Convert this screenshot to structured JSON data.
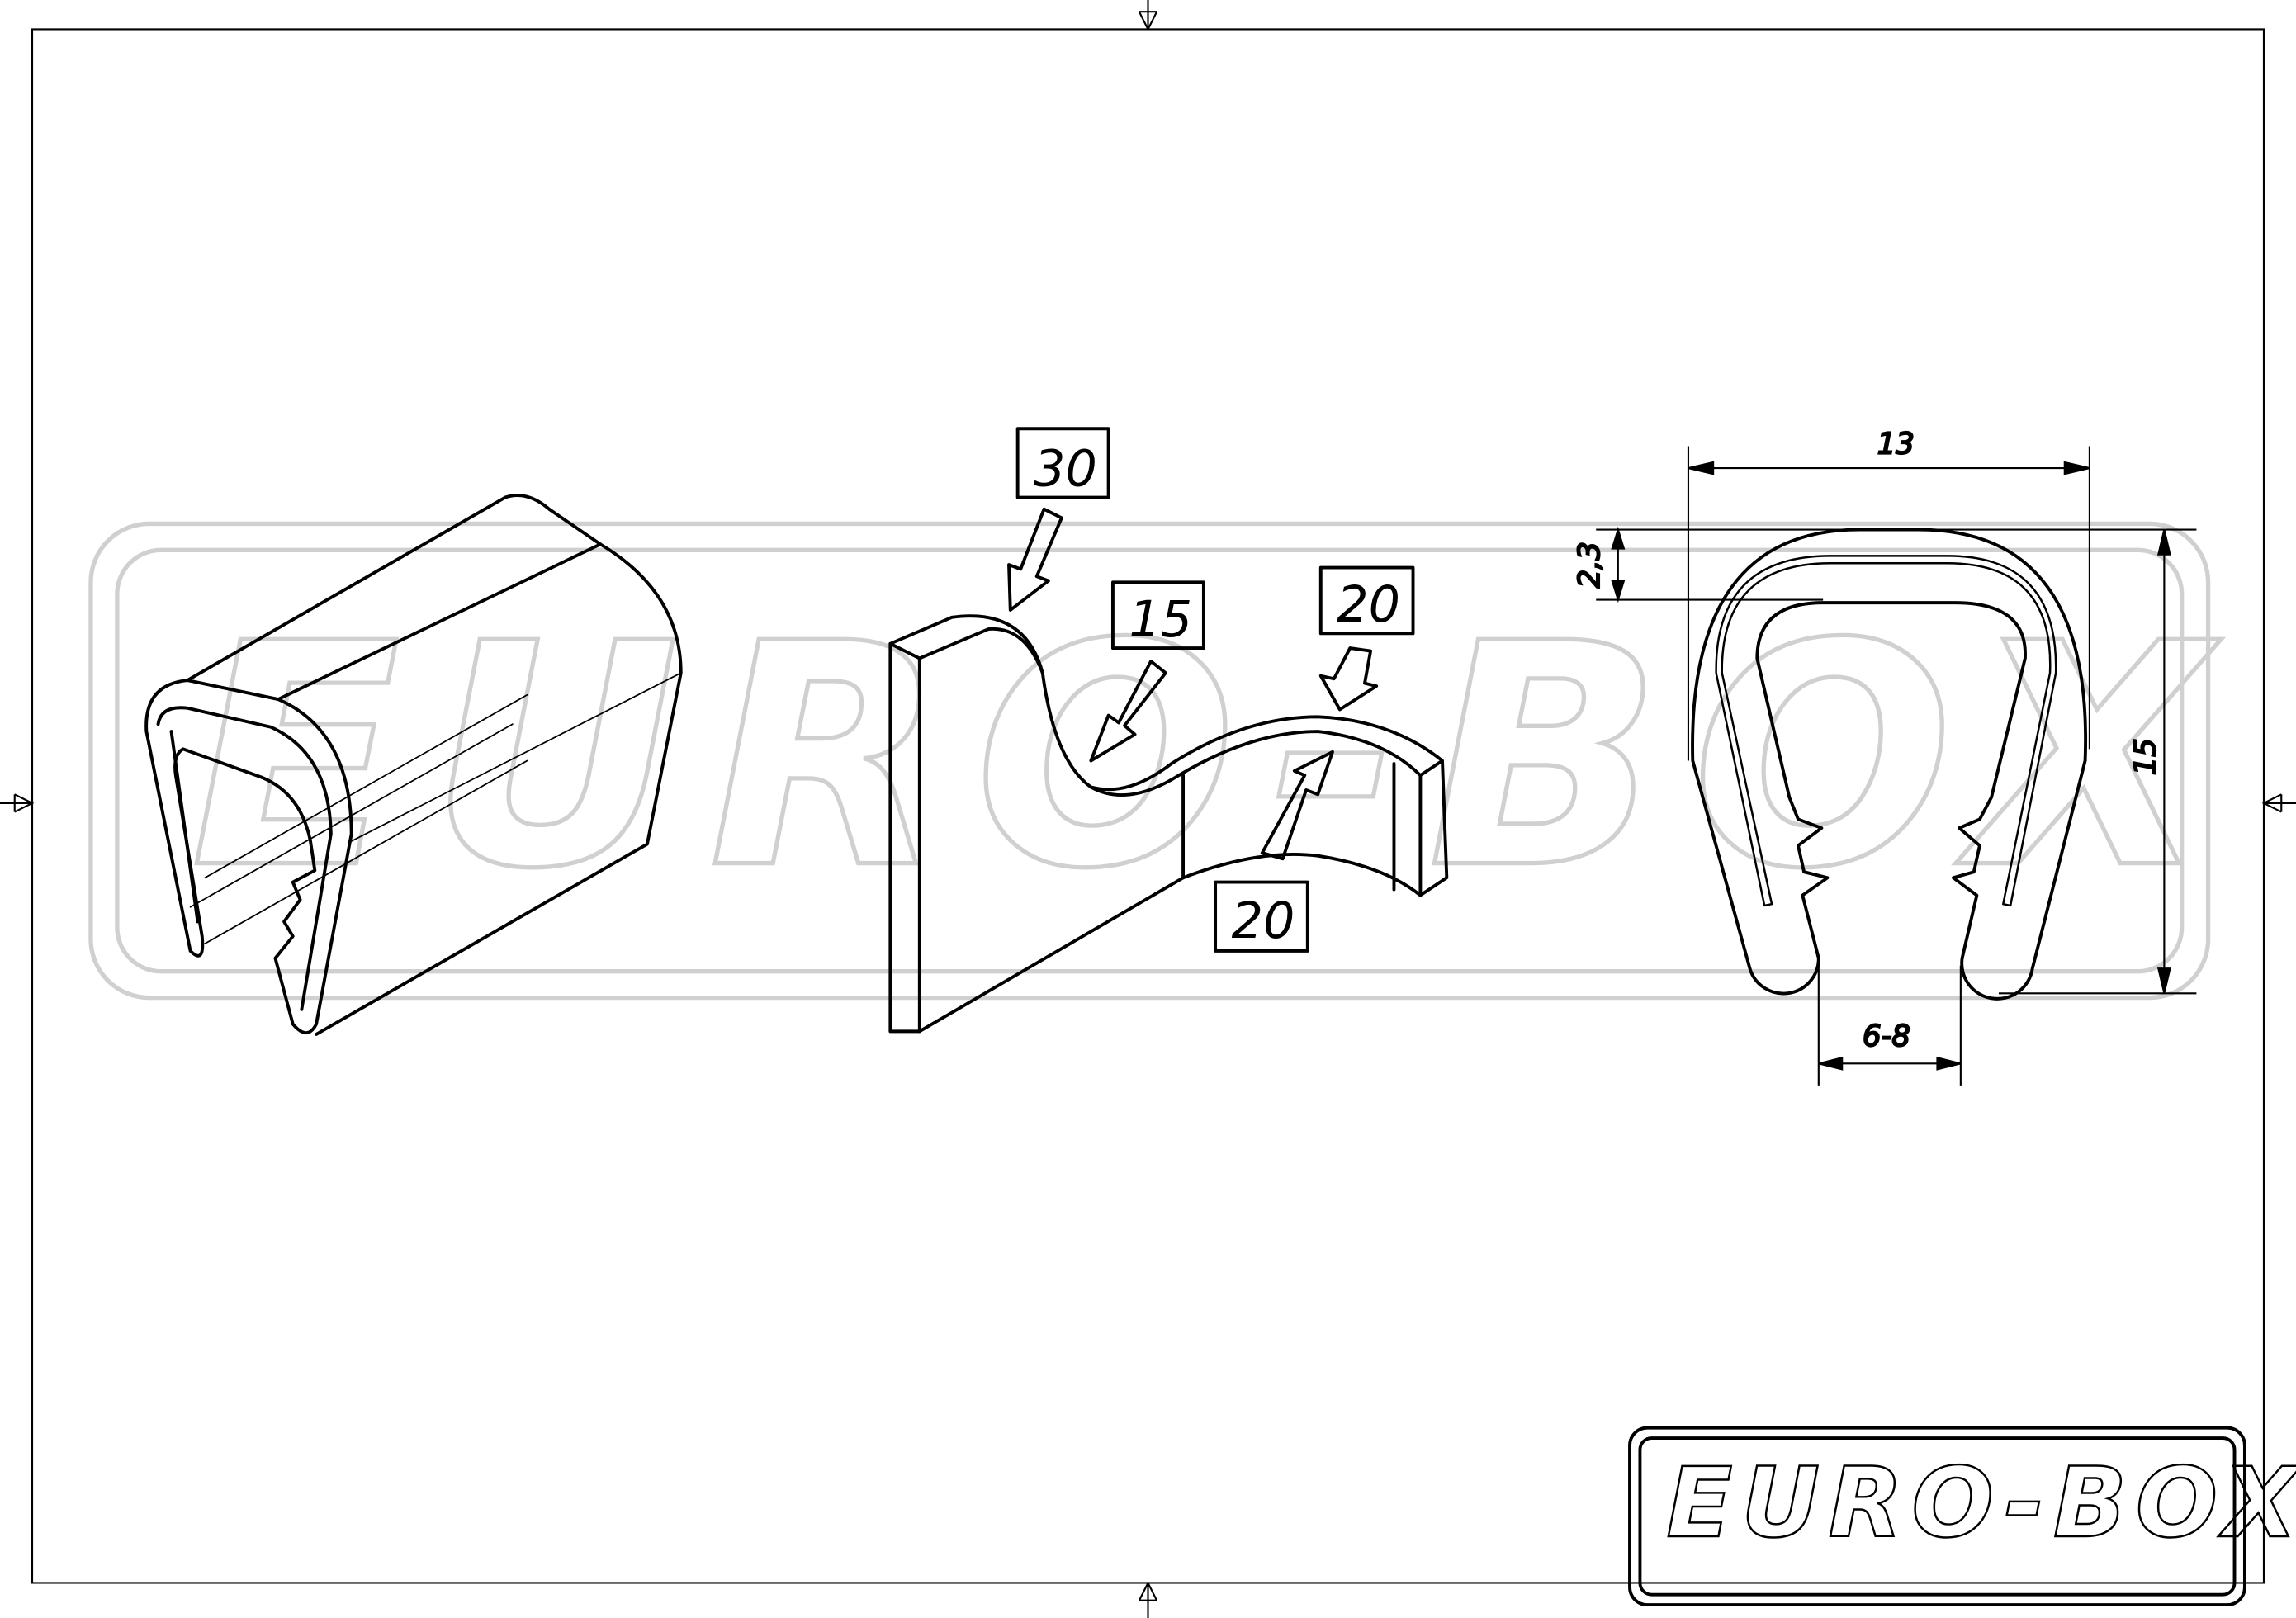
{
  "drawing": {
    "watermark_text": "EURO-BOX",
    "logo_text": "EURO-BOX"
  },
  "callouts": {
    "top_thickness": "30",
    "lip_thickness": "15",
    "curve_top": "20",
    "curve_bottom": "20"
  },
  "dimensions": {
    "width": "13",
    "height": "15",
    "wall": "2,3",
    "gap": "6-8"
  }
}
